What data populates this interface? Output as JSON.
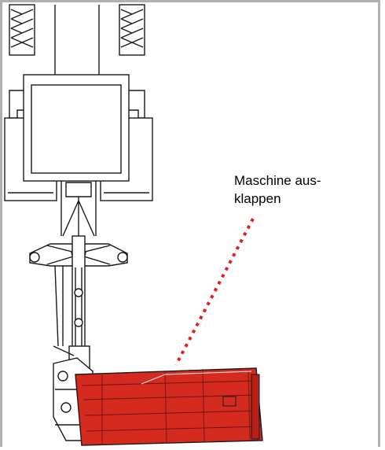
{
  "annotation": {
    "line1": "Maschine aus-",
    "line2": "klappen"
  },
  "colors": {
    "machine": "#d42a20",
    "machine_dark": "#8a1a14",
    "dotted_leader": "#e02020",
    "outline": "#1a1a1a",
    "frame": "#b0b0b0"
  },
  "icons": [
    "tractor-top-view",
    "three-point-hitch",
    "mower-unit-folded-out"
  ]
}
